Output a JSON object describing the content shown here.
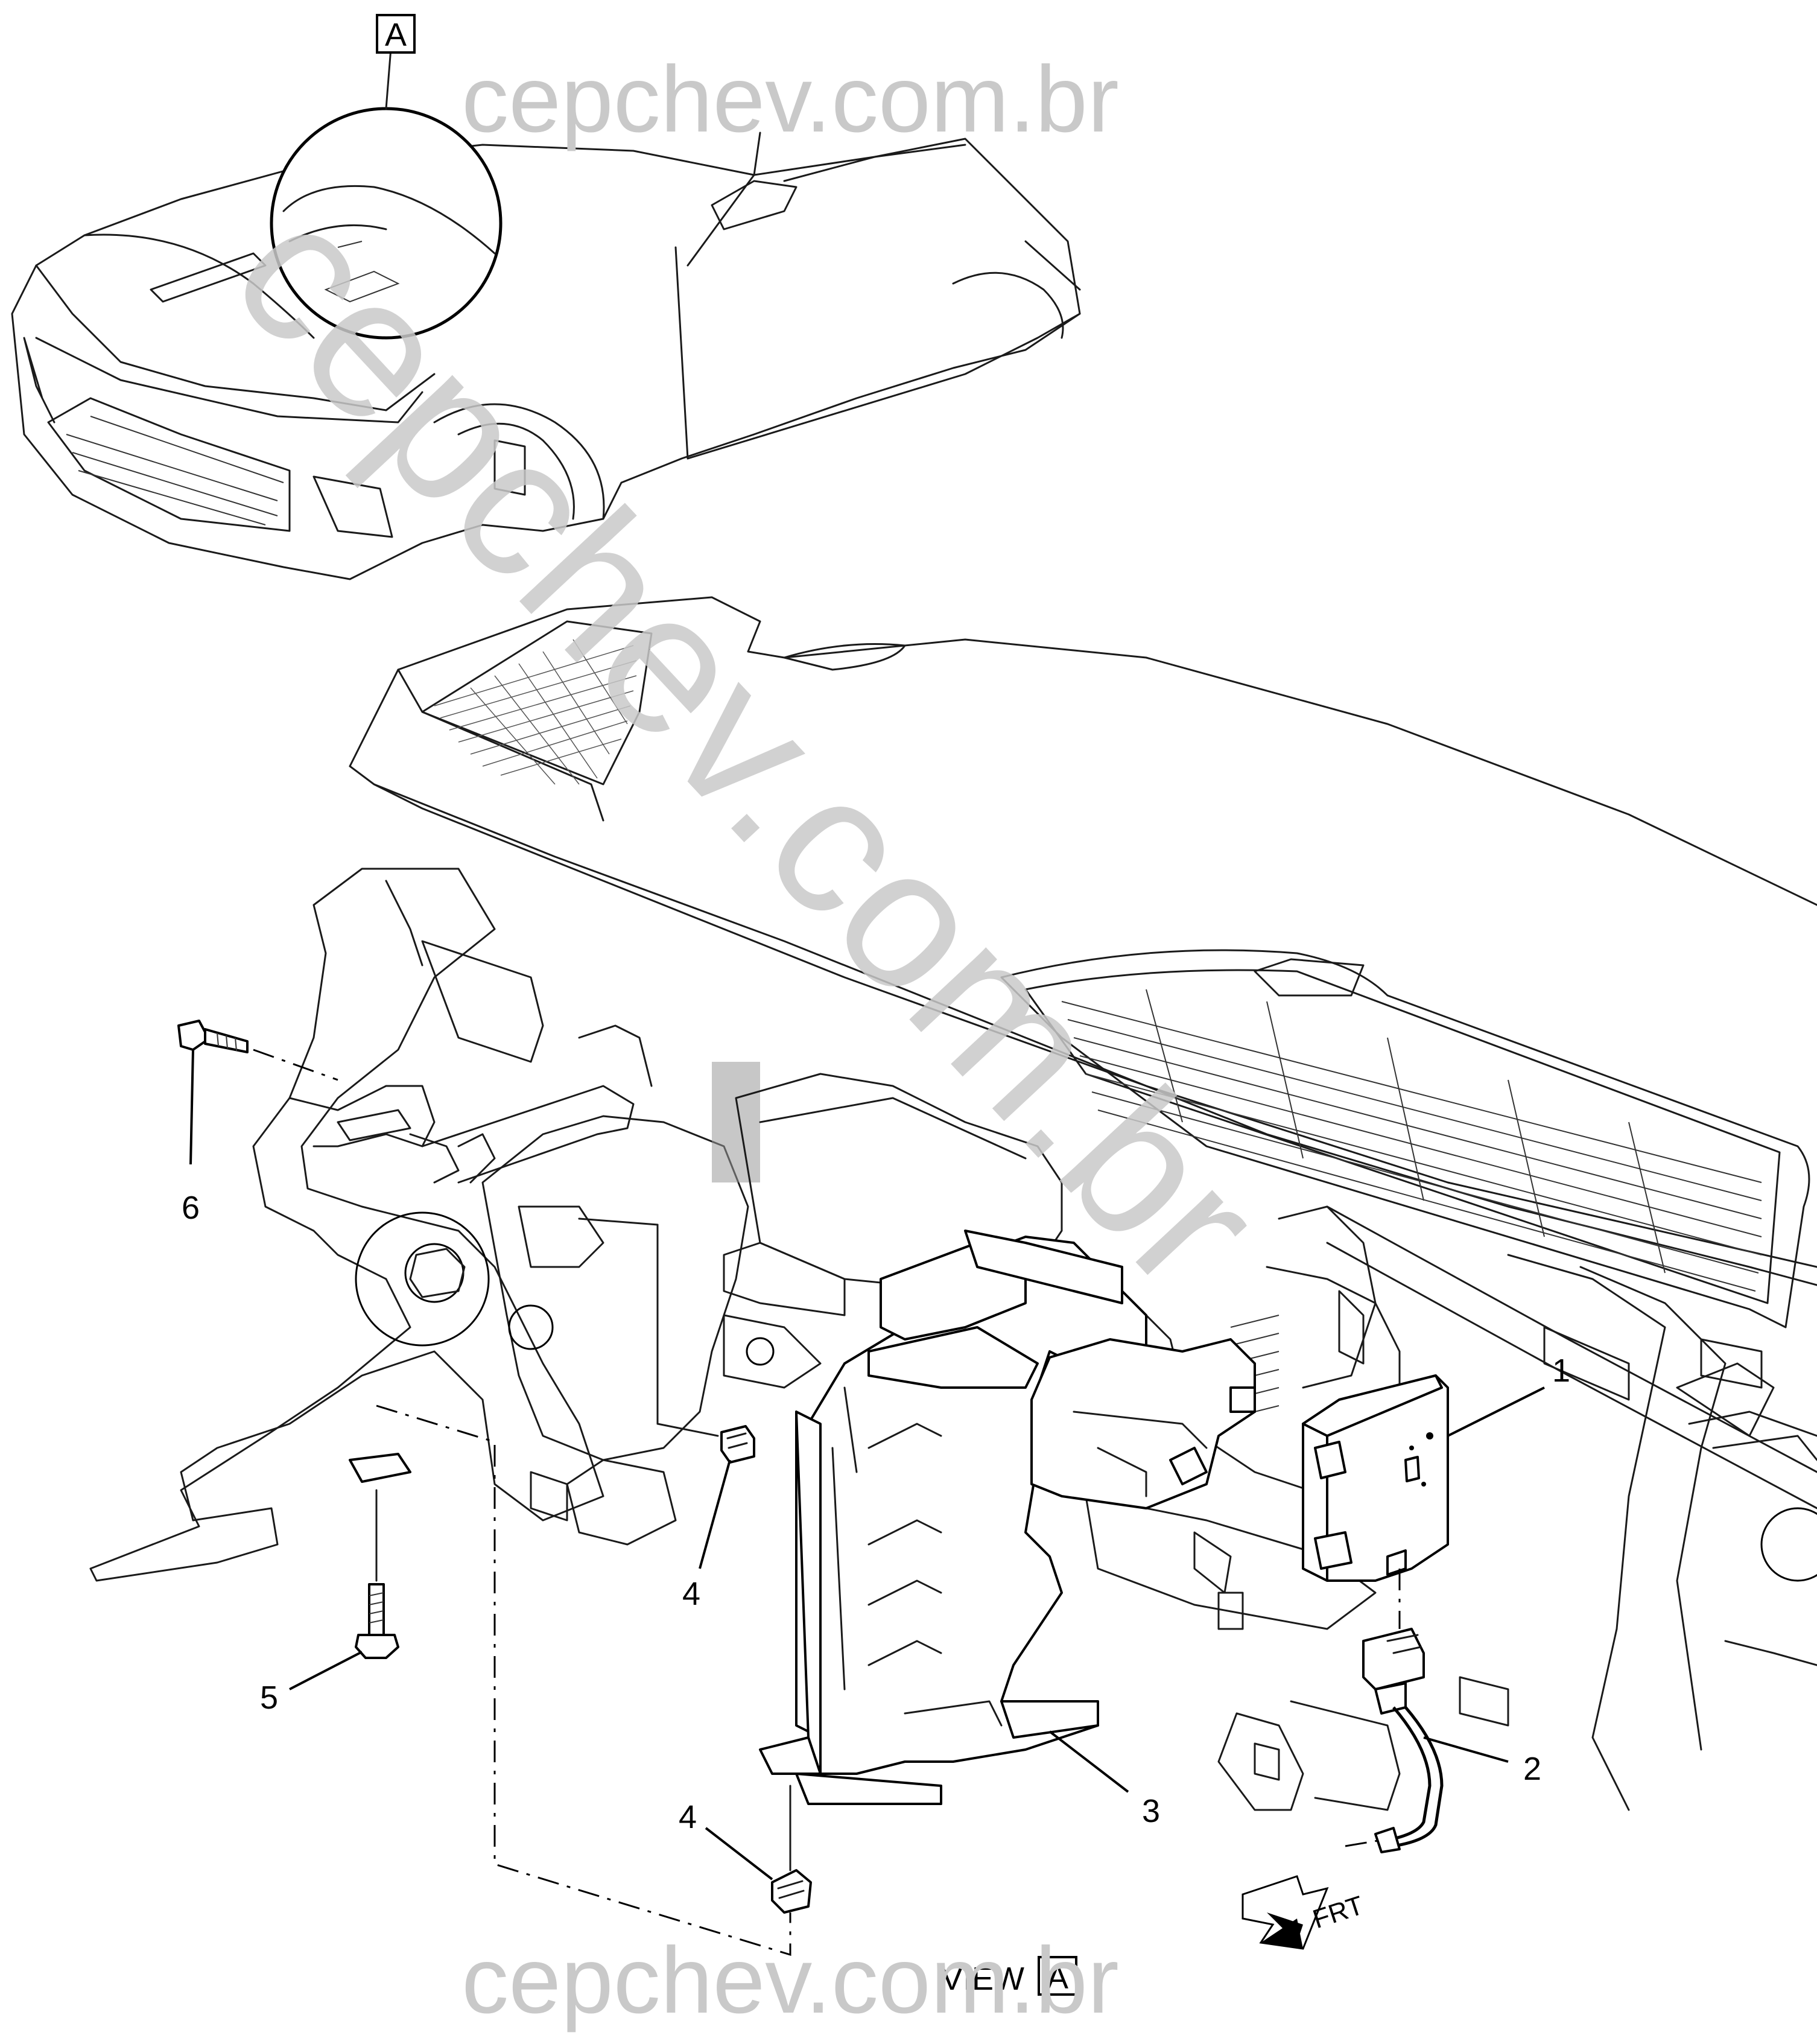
{
  "watermarks": {
    "top": "cepchev.com.br",
    "diagonal": "cepchev.com.br",
    "bottom": "cepchev.com.br"
  },
  "view_marker": {
    "letter": "A"
  },
  "view_label": {
    "prefix": "VIEW",
    "letter": "A"
  },
  "front_indicator": "FRT",
  "callouts": [
    "1",
    "2",
    "3",
    "4",
    "4",
    "5",
    "6"
  ]
}
